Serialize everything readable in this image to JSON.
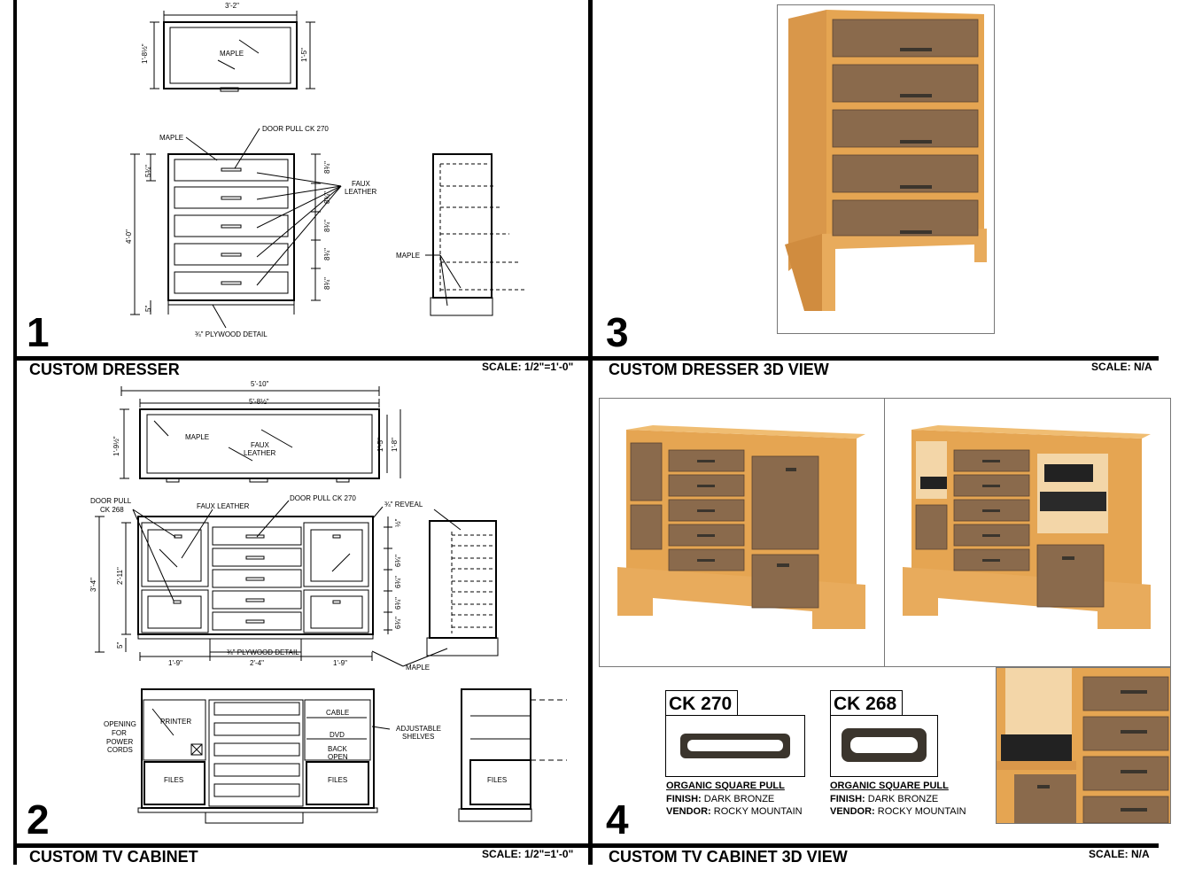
{
  "panels": [
    {
      "number": "1",
      "title": "CUSTOM DRESSER",
      "scale": "SCALE: 1/2\"=1'-0\""
    },
    {
      "number": "2",
      "title": "CUSTOM TV CABINET",
      "scale": "SCALE: 1/2\"=1'-0\""
    },
    {
      "number": "3",
      "title": "CUSTOM DRESSER 3D VIEW",
      "scale": "SCALE: N/A"
    },
    {
      "number": "4",
      "title": "CUSTOM TV CABINET 3D VIEW",
      "scale": "SCALE: N/A"
    }
  ],
  "dresser_labels": {
    "top_width": "3'-2\"",
    "top_depth_left": "1'-8½\"",
    "top_depth_right": "1'-5\"",
    "maple_top": "MAPLE",
    "maple": "MAPLE",
    "door_pull": "DOOR PULL CK 270",
    "faux_leather_1": "FAUX",
    "faux_leather_2": "LEATHER",
    "height": "4'-0\"",
    "drawer_h1": "5¾\"",
    "drawer_h": "8¾\"",
    "base_h": "5\"",
    "plywood": "¾\" PLYWOOD DETAIL",
    "maple_side": "MAPLE"
  },
  "tv_labels": {
    "top_width_outer": "5'-10\"",
    "top_width_inner": "5'-8½\"",
    "depth_left": "1'-9½\"",
    "depth_right_1": "1'-5\"",
    "depth_right_2": "1'-8\"",
    "maple_top": "MAPLE",
    "faux_top_1": "FAUX",
    "faux_top_2": "LEATHER",
    "door_pull_268_1": "DOOR PULL",
    "door_pull_268_2": "CK 268",
    "faux_leather": "FAUX LEATHER",
    "door_pull_270": "DOOR PULL CK 270",
    "reveal": "¾\" REVEAL",
    "height": "3'-4\"",
    "door_h": "2'-11\"",
    "base_h": "5\"",
    "drawer_h": "6¾\"",
    "drawer_h_small": "½\"",
    "plywood": "¾\" PLYWOOD DETAIL",
    "maple": "MAPLE",
    "bottom_w_1": "1'-9\"",
    "bottom_w_2": "2'-4\"",
    "bottom_w_3": "1'-9\"",
    "opening_1": "OPENING",
    "opening_2": "FOR",
    "opening_3": "POWER",
    "opening_4": "CORDS",
    "printer": "PRINTER",
    "cable": "CABLE",
    "dvd": "DVD",
    "back_open_1": "BACK",
    "back_open_2": "OPEN",
    "adjustable_1": "ADJUSTABLE",
    "adjustable_2": "SHELVES",
    "files": "FILES"
  },
  "pulls": [
    {
      "code": "CK 270",
      "heading": "ORGANIC SQUARE PULL",
      "finish_label": "FINISH:",
      "finish_value": "DARK BRONZE",
      "vendor_label": "VENDOR:",
      "vendor_value": "ROCKY MOUNTAIN"
    },
    {
      "code": "CK 268",
      "heading": "ORGANIC SQUARE PULL",
      "finish_label": "FINISH:",
      "finish_value": "DARK BRONZE",
      "vendor_label": "VENDOR:",
      "vendor_value": "ROCKY MOUNTAIN"
    }
  ],
  "colors": {
    "wood": "#e5a552",
    "wood_dark": "#c98a3a",
    "leather": "#8a6a4c",
    "bronze": "#3b352d"
  }
}
